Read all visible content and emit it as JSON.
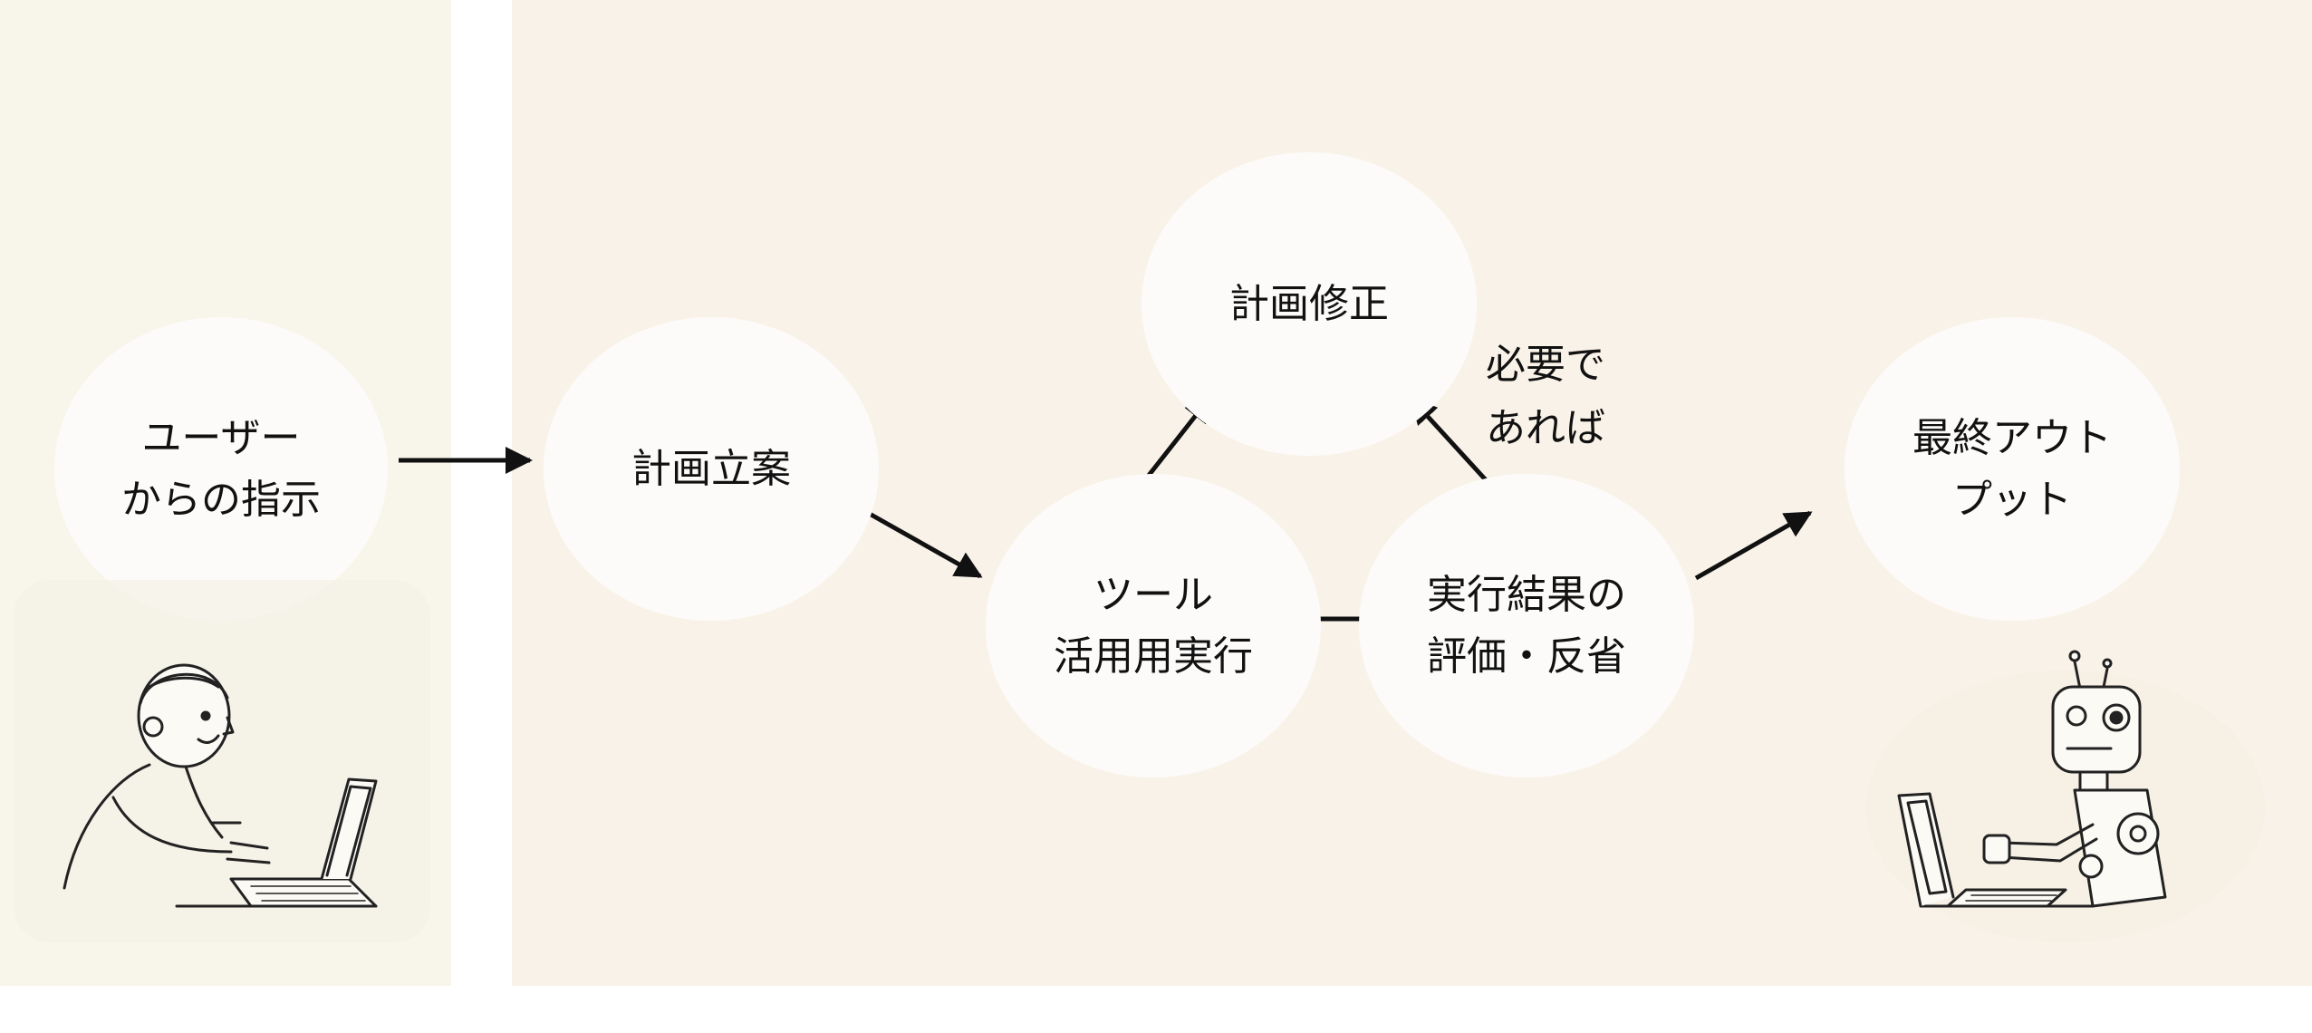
{
  "nodes": {
    "user_instruction": {
      "lines": [
        "ユーザー",
        "からの指示"
      ]
    },
    "planning": {
      "lines": [
        "計画立案"
      ]
    },
    "tool_execution": {
      "lines": [
        "ツール",
        "活用用実行"
      ]
    },
    "plan_revision": {
      "lines": [
        "計画修正"
      ]
    },
    "evaluation": {
      "lines": [
        "実行結果の",
        "評価・反省"
      ]
    },
    "final_output": {
      "lines": [
        "最終アウト",
        "プット"
      ]
    }
  },
  "edge_labels": {
    "if_needed": {
      "lines": [
        "必要で",
        "あれば"
      ]
    }
  },
  "icons": {
    "human": "person-at-laptop-icon",
    "robot": "robot-at-laptop-icon"
  },
  "colors": {
    "left_panel": "#f8f5ea",
    "right_panel": "#f9f2e8",
    "node_fill": "#fdfbf9",
    "arrow": "#111111"
  }
}
